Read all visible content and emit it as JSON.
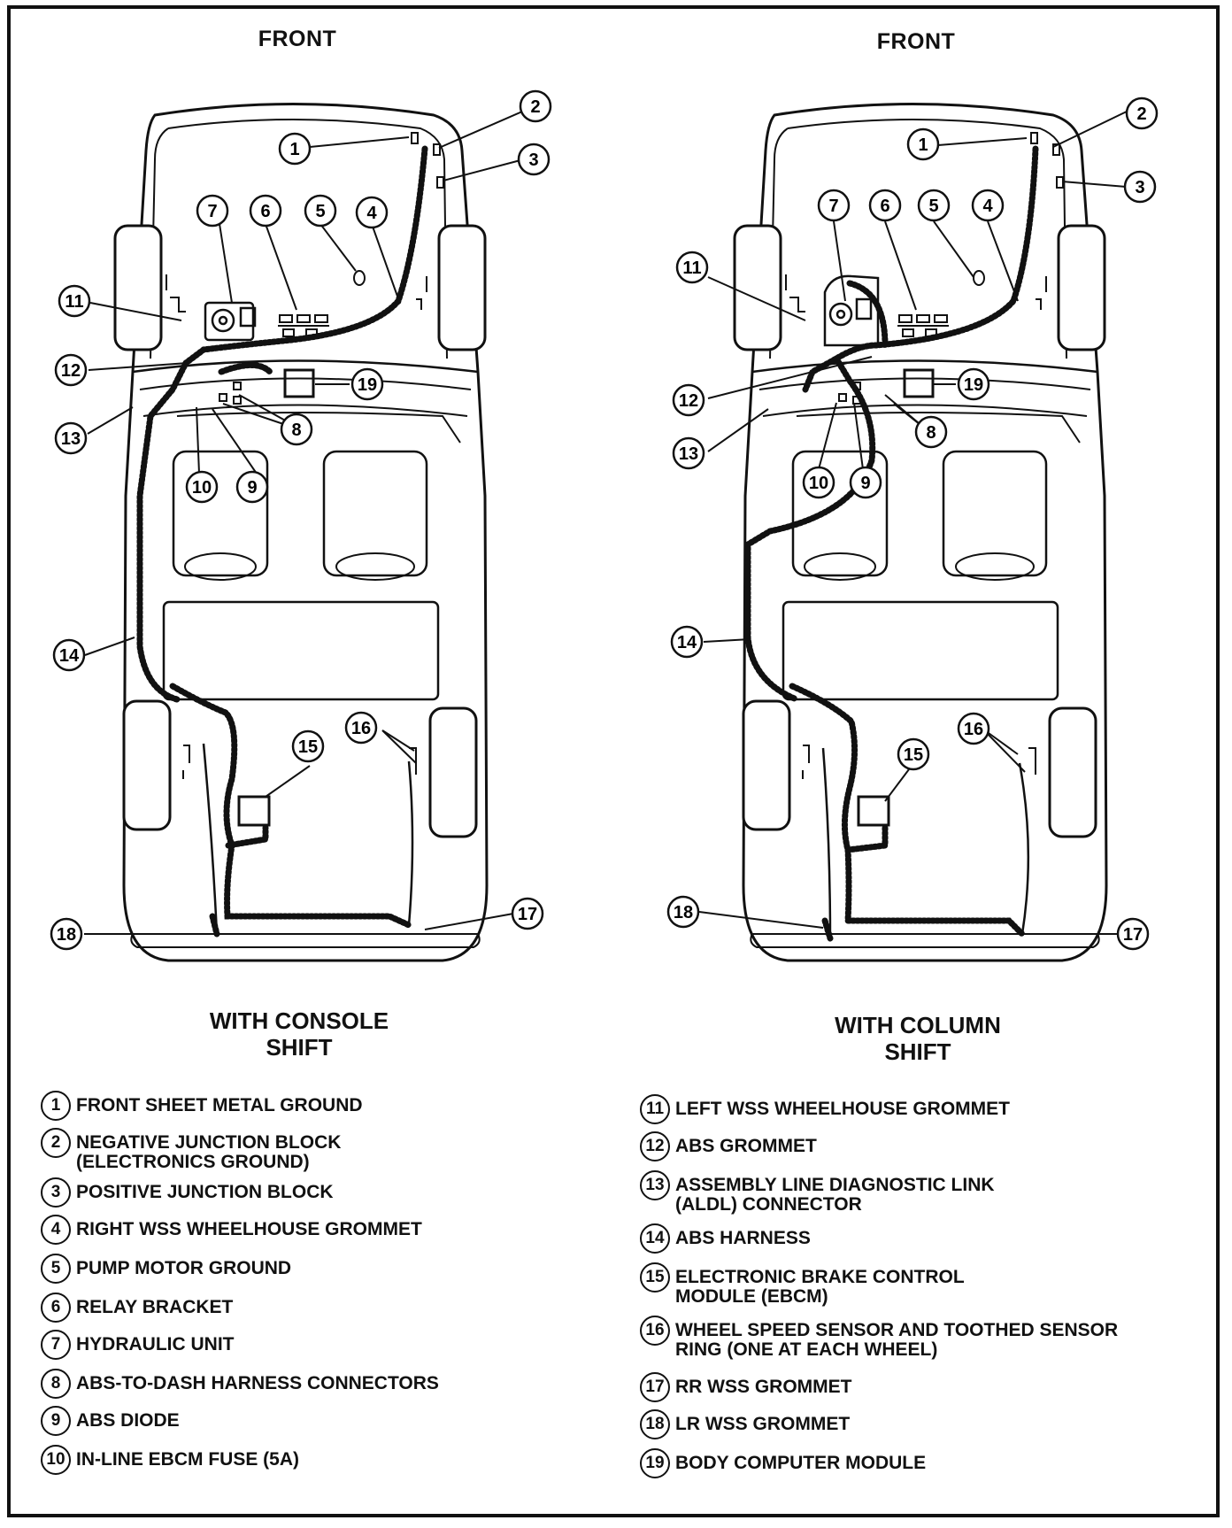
{
  "left_diagram": {
    "front_label": "FRONT",
    "caption_line1": "WITH CONSOLE",
    "caption_line2": "SHIFT"
  },
  "right_diagram": {
    "front_label": "FRONT",
    "caption_line1": "WITH COLUMN",
    "caption_line2": "SHIFT"
  },
  "callout_numbers": [
    "1",
    "2",
    "3",
    "4",
    "5",
    "6",
    "7",
    "8",
    "9",
    "10",
    "11",
    "12",
    "13",
    "14",
    "15",
    "16",
    "17",
    "18",
    "19"
  ],
  "legend_left": [
    {
      "num": "1",
      "line1": "FRONT SHEET METAL GROUND",
      "line2": ""
    },
    {
      "num": "2",
      "line1": "NEGATIVE JUNCTION BLOCK",
      "line2": "(ELECTRONICS GROUND)"
    },
    {
      "num": "3",
      "line1": "POSITIVE JUNCTION BLOCK",
      "line2": ""
    },
    {
      "num": "4",
      "line1": "RIGHT WSS WHEELHOUSE GROMMET",
      "line2": ""
    },
    {
      "num": "5",
      "line1": "PUMP MOTOR GROUND",
      "line2": ""
    },
    {
      "num": "6",
      "line1": "RELAY BRACKET",
      "line2": ""
    },
    {
      "num": "7",
      "line1": "HYDRAULIC UNIT",
      "line2": ""
    },
    {
      "num": "8",
      "line1": "ABS-TO-DASH HARNESS CONNECTORS",
      "line2": ""
    },
    {
      "num": "9",
      "line1": "ABS DIODE",
      "line2": ""
    },
    {
      "num": "10",
      "line1": "IN-LINE EBCM FUSE (5A)",
      "line2": ""
    }
  ],
  "legend_right": [
    {
      "num": "11",
      "line1": "LEFT WSS WHEELHOUSE GROMMET",
      "line2": ""
    },
    {
      "num": "12",
      "line1": "ABS GROMMET",
      "line2": ""
    },
    {
      "num": "13",
      "line1": "ASSEMBLY LINE DIAGNOSTIC LINK",
      "line2": "(ALDL) CONNECTOR"
    },
    {
      "num": "14",
      "line1": "ABS HARNESS",
      "line2": ""
    },
    {
      "num": "15",
      "line1": "ELECTRONIC BRAKE CONTROL",
      "line2": "MODULE (EBCM)"
    },
    {
      "num": "16",
      "line1": "WHEEL SPEED SENSOR AND TOOTHED SENSOR",
      "line2": "RING (ONE AT EACH WHEEL)"
    },
    {
      "num": "17",
      "line1": "RR WSS GROMMET",
      "line2": ""
    },
    {
      "num": "18",
      "line1": "LR WSS GROMMET",
      "line2": ""
    },
    {
      "num": "19",
      "line1": "BODY COMPUTER MODULE",
      "line2": ""
    }
  ]
}
